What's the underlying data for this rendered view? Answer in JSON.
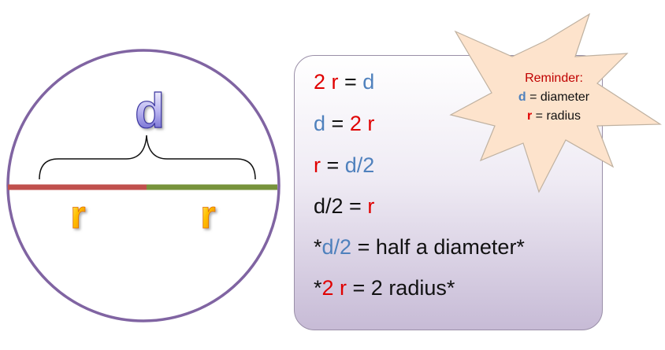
{
  "diagram": {
    "letter_d": "d",
    "letter_r_left": "r",
    "letter_r_right": "r"
  },
  "equations": [
    {
      "parts": [
        {
          "text": "2 r",
          "color": "red"
        },
        {
          "text": " = ",
          "color": "dark"
        },
        {
          "text": "d",
          "color": "blue"
        }
      ]
    },
    {
      "parts": [
        {
          "text": "d",
          "color": "blue"
        },
        {
          "text": " = ",
          "color": "dark"
        },
        {
          "text": "2 r",
          "color": "red"
        }
      ]
    },
    {
      "parts": [
        {
          "text": "r",
          "color": "red"
        },
        {
          "text": " = ",
          "color": "dark"
        },
        {
          "text": "d/2",
          "color": "blue"
        }
      ]
    },
    {
      "parts": [
        {
          "text": "d/2",
          "color": "dark"
        },
        {
          "text": " = ",
          "color": "dark"
        },
        {
          "text": "r",
          "color": "red"
        }
      ]
    },
    {
      "parts": [
        {
          "text": "*",
          "color": "dark"
        },
        {
          "text": "d/2",
          "color": "blue"
        },
        {
          "text": " = half a diameter*",
          "color": "dark"
        }
      ]
    },
    {
      "parts": [
        {
          "text": "*",
          "color": "dark"
        },
        {
          "text": "2 r",
          "color": "red"
        },
        {
          "text": " = 2 radius*",
          "color": "dark"
        }
      ]
    }
  ],
  "reminder": {
    "title": "Reminder:",
    "d_key": "d",
    "d_text": " = diameter",
    "r_key": "r",
    "r_text": " = radius"
  },
  "colors": {
    "circle": "#8064a2",
    "radius_left": "#c0504d",
    "radius_right": "#77933c",
    "blue": "#4f81bd",
    "red": "#e00000",
    "burst_fill": "#fde3cc"
  }
}
